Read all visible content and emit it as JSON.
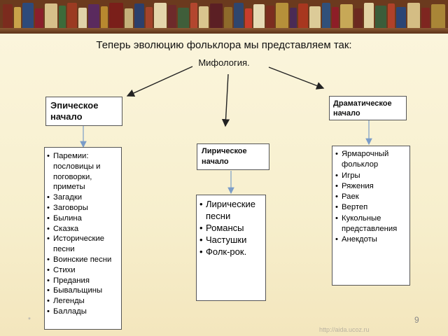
{
  "title": "Теперь эволюцию фольклора мы представляем так:",
  "root": "Мифология.",
  "branches": {
    "epic": {
      "header": "Эпическое начало",
      "items": [
        "Паремии: пословицы и поговорки, приметы",
        "Загадки",
        "Заговоры",
        "Былина",
        "Сказка",
        "Исторические песни",
        "Воинские песни",
        "Стихи",
        "Предания",
        "Бывальщины",
        "Легенды",
        "Баллады"
      ]
    },
    "lyric": {
      "header": "Лирическое начало",
      "items": [
        "Лирические песни",
        "Романсы",
        "Частушки",
        "Фолк-рок."
      ]
    },
    "drama": {
      "header": "Драматическое начало",
      "items": [
        "Ярмарочный фольклор",
        "Игры",
        "Ряжения",
        "Раек",
        "Вертеп",
        "Кукольные представления",
        "Анекдоты"
      ]
    }
  },
  "footer": {
    "star": "*",
    "url": "http://aida.ucoz.ru",
    "page_number": "9"
  },
  "colors": {
    "arrow_dark": "#222222",
    "arrow_blue": "#7a9cc8",
    "shelf": "#6b3a1e"
  }
}
